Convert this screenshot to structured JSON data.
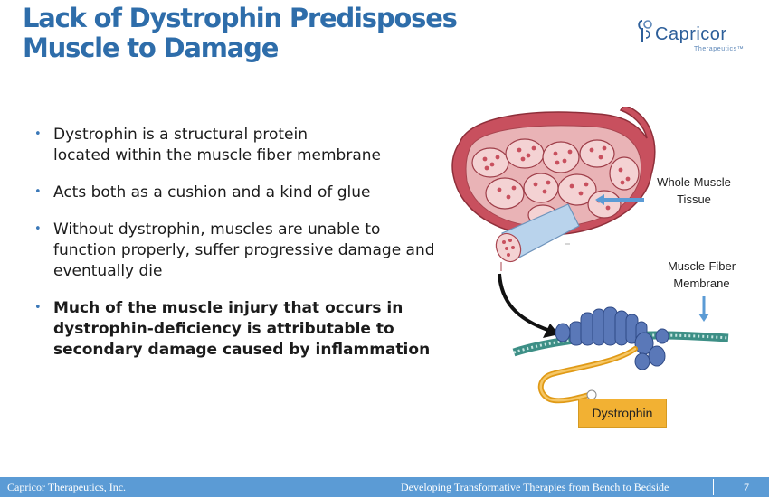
{
  "slide": {
    "title_line1": "Lack of Dystrophin Predisposes",
    "title_line2": "Muscle to Damage"
  },
  "logo": {
    "name": "Capricor",
    "tagline": "Therapeutics™"
  },
  "bullets": [
    {
      "line1": "Dystrophin is a structural protein",
      "line2": "located within the muscle fiber membrane",
      "bold": false
    },
    {
      "line1": "Acts both as a cushion and a kind of glue",
      "bold": false
    },
    {
      "line1": "Without dystrophin, muscles are unable to function properly, suffer progressive damage and eventually die",
      "bold": false
    },
    {
      "line1": "Much of the muscle injury that occurs in dystrophin-deficiency is attributable to secondary damage caused by inflammation",
      "bold": true
    }
  ],
  "bullet_glyph": "•",
  "illustration": {
    "label_whole_line1": "Whole Muscle",
    "label_whole_line2": "Tissue",
    "label_fiber_line1": "Muscle-Fiber",
    "label_fiber_line2": "Membrane",
    "label_dystrophin": "Dystrophin"
  },
  "footer": {
    "company": "Capricor Therapeutics, Inc.",
    "tagline": "Developing Transformative Therapies from Bench to Bedside",
    "page_number": "7"
  },
  "colors": {
    "title": "#2e6daa",
    "accent": "#5b9bd5",
    "dystrophin_box": "#f2b133",
    "muscle": "#c8505e",
    "arrow": "#5b9bd5"
  }
}
